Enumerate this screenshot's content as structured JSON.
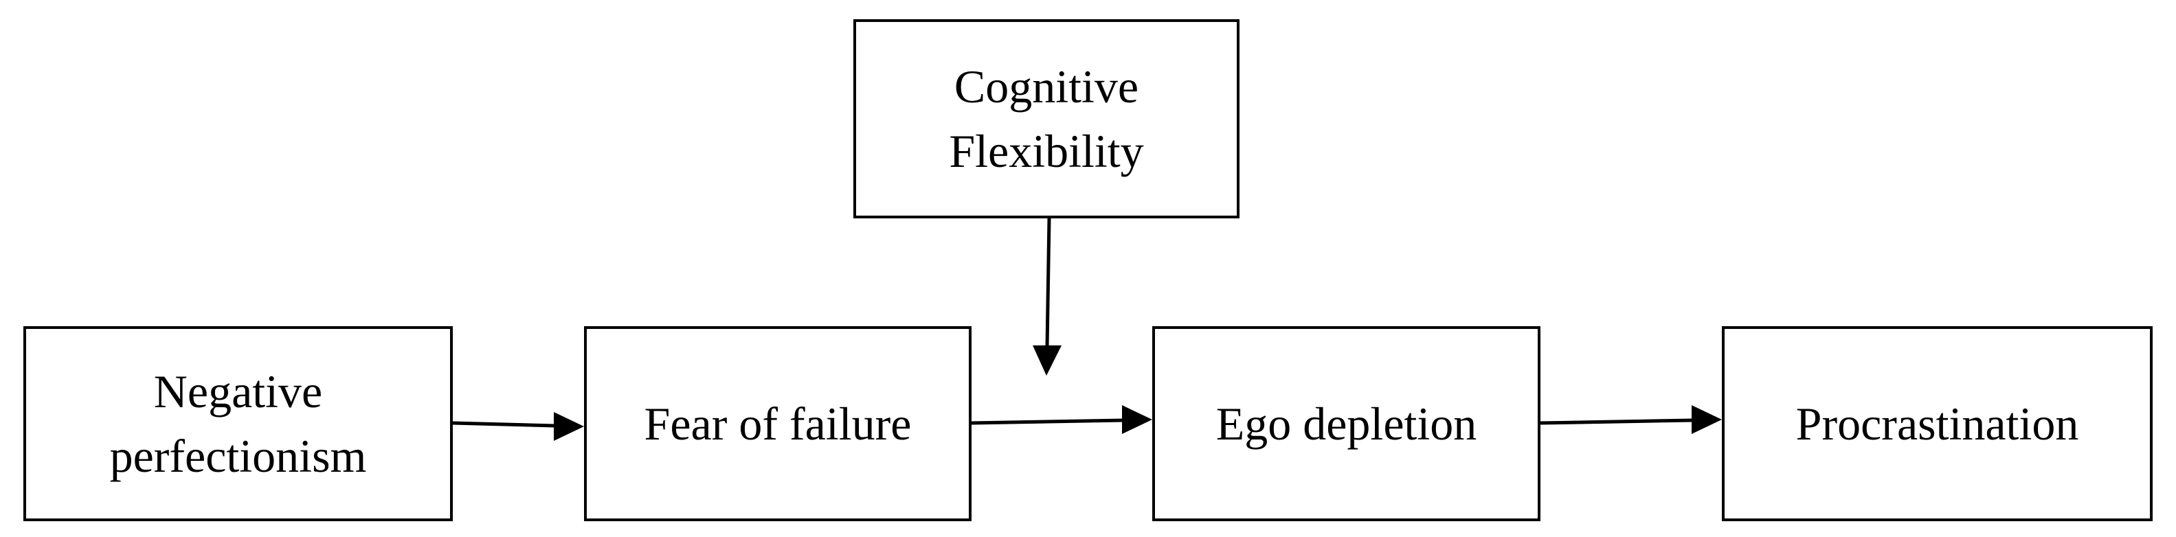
{
  "diagram": {
    "nodes": {
      "cognitive_flexibility": "Cognitive\nFlexibility",
      "negative_perfectionism": "Negative\nperfectionism",
      "fear_of_failure": "Fear of failure",
      "ego_depletion": "Ego depletion",
      "procrastination": "Procrastination"
    },
    "edges": [
      {
        "from": "negative_perfectionism",
        "to": "fear_of_failure"
      },
      {
        "from": "fear_of_failure",
        "to": "ego_depletion"
      },
      {
        "from": "ego_depletion",
        "to": "procrastination"
      },
      {
        "from": "cognitive_flexibility",
        "to": "fear_of_failure→ego_depletion path",
        "type": "moderation"
      }
    ],
    "colors": {
      "stroke": "#000000",
      "fill": "#ffffff"
    }
  }
}
